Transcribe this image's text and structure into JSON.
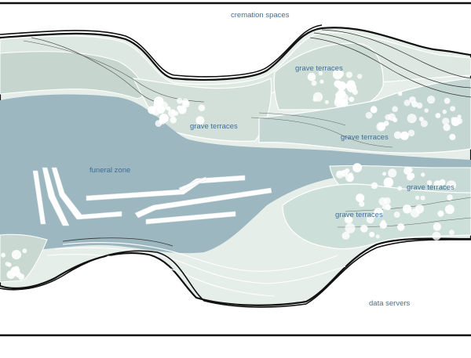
{
  "labels": {
    "cremation": "cremation spaces",
    "grave_terraces": [
      "grave terraces",
      "grave terraces",
      "grave terraces",
      "grave terraces",
      "grave terraces"
    ],
    "funeral_zone": "funeral zone",
    "data_servers": "data servers"
  },
  "colors": {
    "label_text": "#3e6e9c",
    "outline": "#111111",
    "zone_fill": "#9fb9c0",
    "terrace_fill": "#c9d8d1",
    "light_fill": "#dfe9e4",
    "pale_fill": "#eef3ef",
    "dots": "#ffffff"
  }
}
